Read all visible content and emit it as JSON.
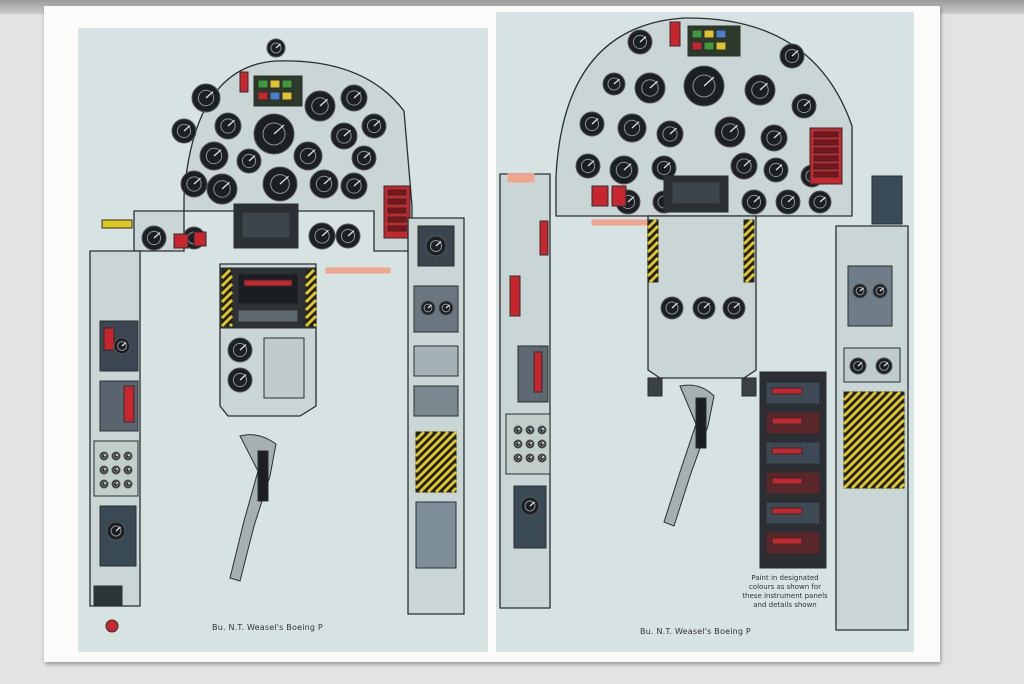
{
  "left_sheet": {
    "caption": "Bu. N.T. Weasel's Boeing P"
  },
  "right_sheet": {
    "caption": "Bu. N.T. Weasel's Boeing P",
    "note_lines": [
      "Paint in designated",
      "colours as shown for",
      "these instrument panels",
      "and details shown"
    ]
  },
  "colors": {
    "sheet_bg": "#d6e3e2",
    "panel_bg": "#c9d6d5",
    "outline": "#2a2e30",
    "gauge": "#1c2024",
    "red": "#c8262c",
    "yellow": "#e3c81c"
  }
}
